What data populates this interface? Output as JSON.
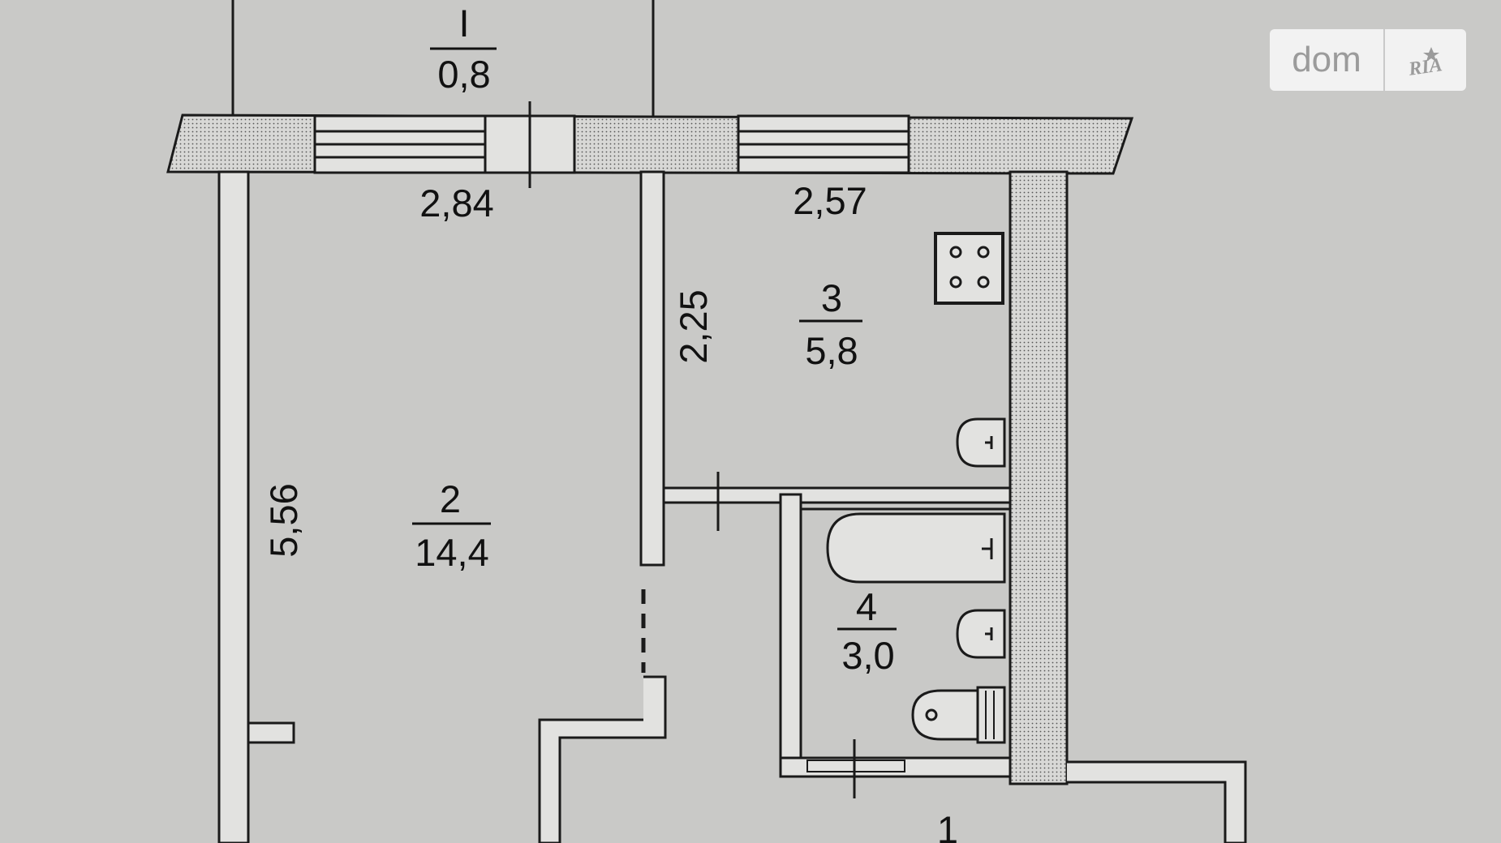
{
  "rooms": [
    {
      "number": "I",
      "area": "0,8"
    },
    {
      "number": "2",
      "area": "14,4"
    },
    {
      "number": "3",
      "area": "5,8"
    },
    {
      "number": "4",
      "area": "3,0"
    },
    {
      "number": "1"
    }
  ],
  "dimensions": {
    "room2_width": "2,84",
    "room3_width": "2,57",
    "room3_depth": "2,25",
    "room2_depth": "5,56"
  },
  "watermark": {
    "brand": "dom",
    "logo": "RIA"
  },
  "colors": {
    "background": "#c9c9c7",
    "wall_line": "#1a1a1a",
    "hatch_fill": "#d6d6d4"
  }
}
